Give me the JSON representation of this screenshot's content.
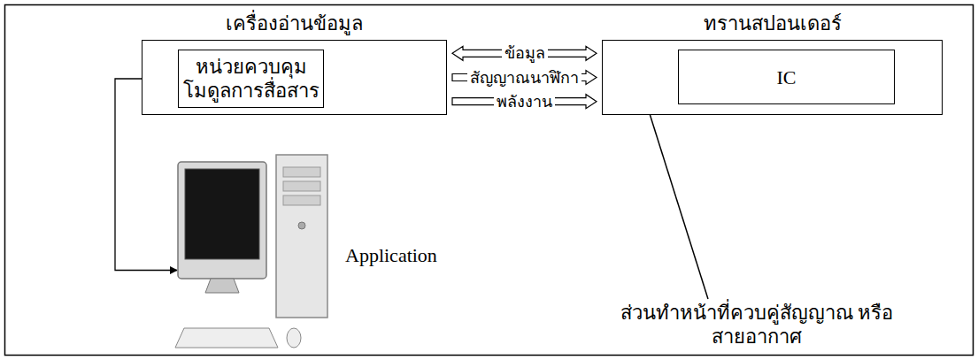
{
  "diagram": {
    "nodes": [
      {
        "text": [
          "เครื่องอ่านข้อมูล"
        ]
      },
      {
        "text": [
          "หน่วยควบคุม โมดูลการสื่อสาร"
        ],
        "in": 0
      },
      {
        "text": [
          "ทรานสปอนเดอร์"
        ]
      },
      {
        "text": [
          "IC"
        ],
        "in": 2
      },
      {
        "text": [
          "Application"
        ]
      }
    ],
    "edges": [
      {
        "from": 0,
        "to": 2,
        "label": "ข้อมูล",
        "arrow": "both"
      },
      {
        "from": 0,
        "to": 2,
        "label": "สัญญาณนาฬิกา",
        "arrow": "to"
      },
      {
        "from": 0,
        "to": 2,
        "label": "พลังงาน",
        "arrow": "to"
      },
      {
        "from": 1,
        "to": 4,
        "arrow": "both"
      }
    ],
    "labels": [
      "ส่วนทำหน้าที่ควบคู่สัญญาณ หรือสายอากาศ"
    ]
  }
}
